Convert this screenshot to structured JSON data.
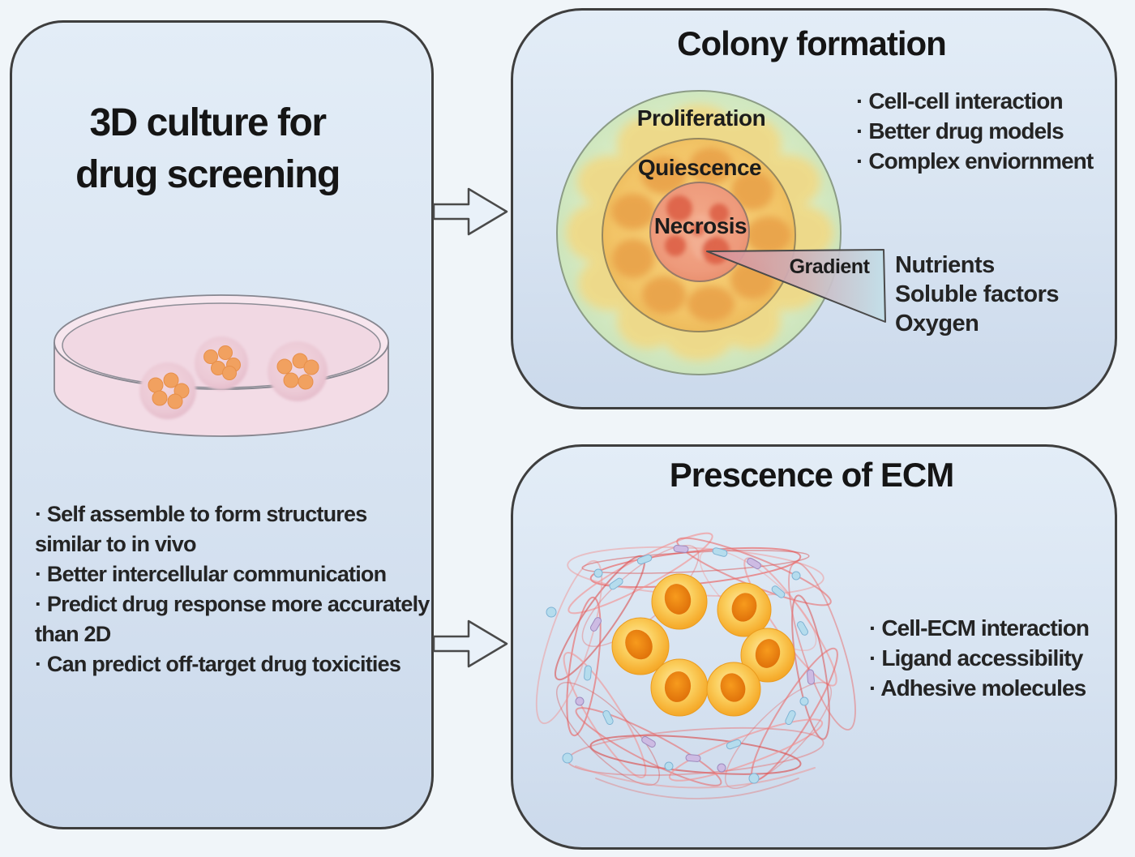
{
  "left_panel": {
    "title": "3D culture for drug screening",
    "title_lines": [
      "3D culture for",
      "drug screening"
    ],
    "bullets": [
      "Self assemble to form structures similar to in vivo",
      "Better intercellular communication",
      "Predict drug response more accurately than 2D",
      "Can predict off-target drug toxicities"
    ]
  },
  "colony_panel": {
    "title": "Colony formation",
    "bullets": [
      "Cell-cell interaction",
      "Better drug models",
      "Complex enviornment"
    ],
    "zones": [
      "Proliferation",
      "Quiescence",
      "Necrosis"
    ],
    "gradient_label": "Gradient",
    "gradient_factors": [
      "Nutrients",
      "Soluble factors",
      "Oxygen"
    ]
  },
  "ecm_panel": {
    "title": "Prescence of ECM",
    "bullets": [
      "Cell-ECM interaction",
      "Ligand accessibility",
      "Adhesive molecules"
    ]
  },
  "colors": {
    "panel_fill": "#d7e3f1",
    "panel_border": "#3e3e3e",
    "proliferation_green": "#cfe7c4",
    "quiescence_yellow": "#f2c870",
    "necrosis_salmon": "#ef9c7e",
    "necrosis_red": "#dd5f45",
    "colony_blob_yellow": "#efd987",
    "cell_orange": "#f6ad2e",
    "ecm_fiber_red": "#e96a6a",
    "molecule_blue": "#b5dced",
    "molecule_lavender": "#cdbbe3",
    "dish_pink": "#f5dfe8",
    "spheroid_pink": "#ebc9d5",
    "arrow_fill": "#e9f1f9"
  }
}
